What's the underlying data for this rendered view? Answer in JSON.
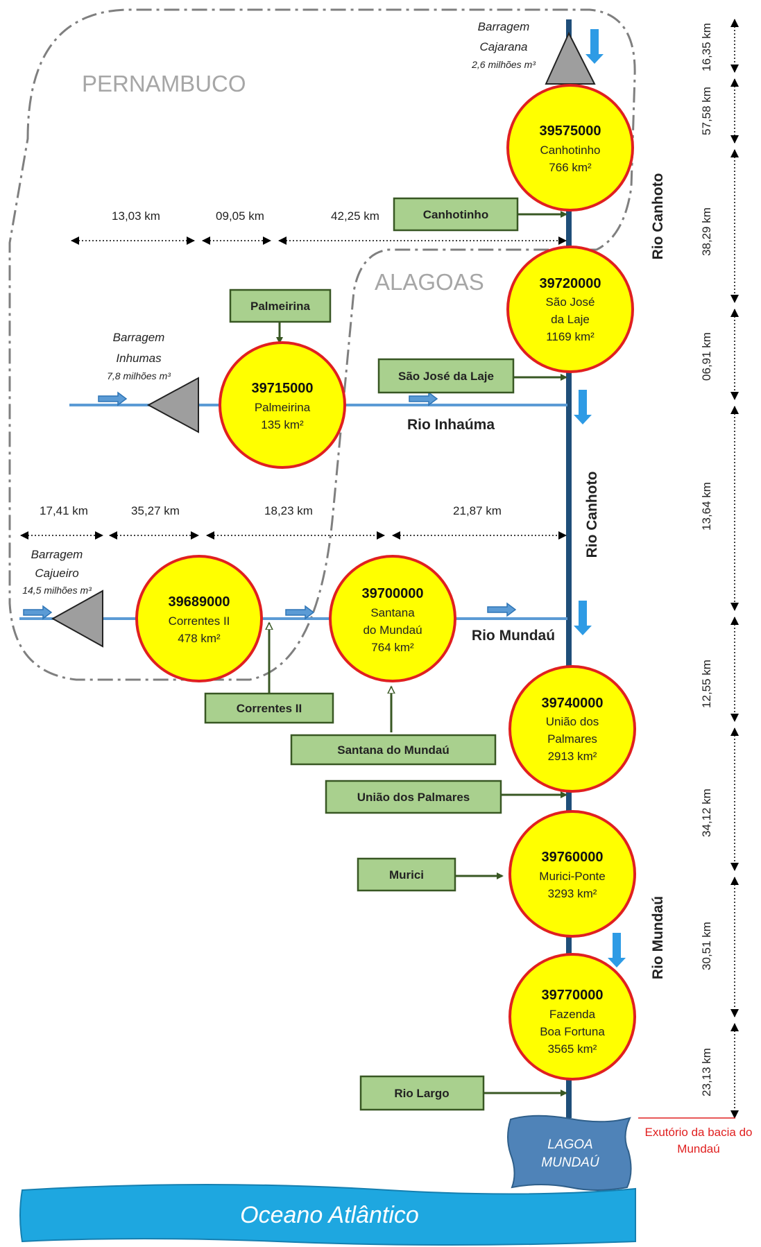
{
  "states": {
    "pernambuco": "PERNAMBUCO",
    "alagoas": "ALAGOAS"
  },
  "colors": {
    "river": "#5b9bd5",
    "main_river": "#1f4e79",
    "station_fill": "#ffff00",
    "station_stroke": "#e02020",
    "gauge_fill": "#a9d08e",
    "gauge_stroke": "#385723",
    "dam": "#9e9e9e",
    "ocean": "#1ea7e0",
    "lagoa": "#4f83b8",
    "outlet": "#e02020"
  },
  "dams": {
    "cajarana": {
      "l1": "Barragem",
      "l2": "Cajarana",
      "vol": "2,6 milhões m³"
    },
    "inhumas": {
      "l1": "Barragem",
      "l2": "Inhumas",
      "vol": "7,8 milhões m³"
    },
    "cajueiro": {
      "l1": "Barragem",
      "l2": "Cajueiro",
      "vol": "14,5 milhões m³"
    }
  },
  "stations": [
    {
      "code": "39575000",
      "l1": "Canhotinho",
      "l2": "766 km²",
      "l3": ""
    },
    {
      "code": "39720000",
      "l1": "São José",
      "l2": "da Laje",
      "l3": "1169 km²"
    },
    {
      "code": "39715000",
      "l1": "Palmeirina",
      "l2": "135 km²",
      "l3": ""
    },
    {
      "code": "39689000",
      "l1": "Correntes II",
      "l2": "478 km²",
      "l3": ""
    },
    {
      "code": "39700000",
      "l1": "Santana",
      "l2": "do Mundaú",
      "l3": "764 km²"
    },
    {
      "code": "39740000",
      "l1": "União dos",
      "l2": "Palmares",
      "l3": "2913 km²"
    },
    {
      "code": "39760000",
      "l1": "Murici-Ponte",
      "l2": "3293 km²",
      "l3": ""
    },
    {
      "code": "39770000",
      "l1": "Fazenda",
      "l2": "Boa Fortuna",
      "l3": "3565 km²"
    }
  ],
  "gauges": {
    "canhotinho": "Canhotinho",
    "palmeirina": "Palmeirina",
    "sao_jose": "São José da Laje",
    "correntes": "Correntes II",
    "santana": "Santana do Mundaú",
    "uniao": "União dos Palmares",
    "murici": "Murici",
    "rio_largo": "Rio Largo"
  },
  "rivers": {
    "canhoto_top": "Rio Canhoto",
    "canhoto_mid": "Rio Canhoto",
    "inhauma": "Rio Inhaúma",
    "mundau_mid": "Rio Mundaú",
    "mundau_bottom": "Rio Mundaú"
  },
  "distances_upper": [
    "13,03 km",
    "09,05 km",
    "42,25 km"
  ],
  "distances_lower": [
    "17,41 km",
    "35,27 km",
    "18,23 km",
    "21,87 km"
  ],
  "distances_right": [
    "16,35 km",
    "57,58 km",
    "38,29 km",
    "06,91 km",
    "13,64 km",
    "12,55 km",
    "34,12 km",
    "30,51 km",
    "23,13 km"
  ],
  "lagoa": {
    "l1": "LAGOA",
    "l2": "MUNDAÚ"
  },
  "outlet": {
    "l1": "Exutório da bacia do",
    "l2": "Mundaú"
  },
  "ocean": "Oceano Atlântico"
}
